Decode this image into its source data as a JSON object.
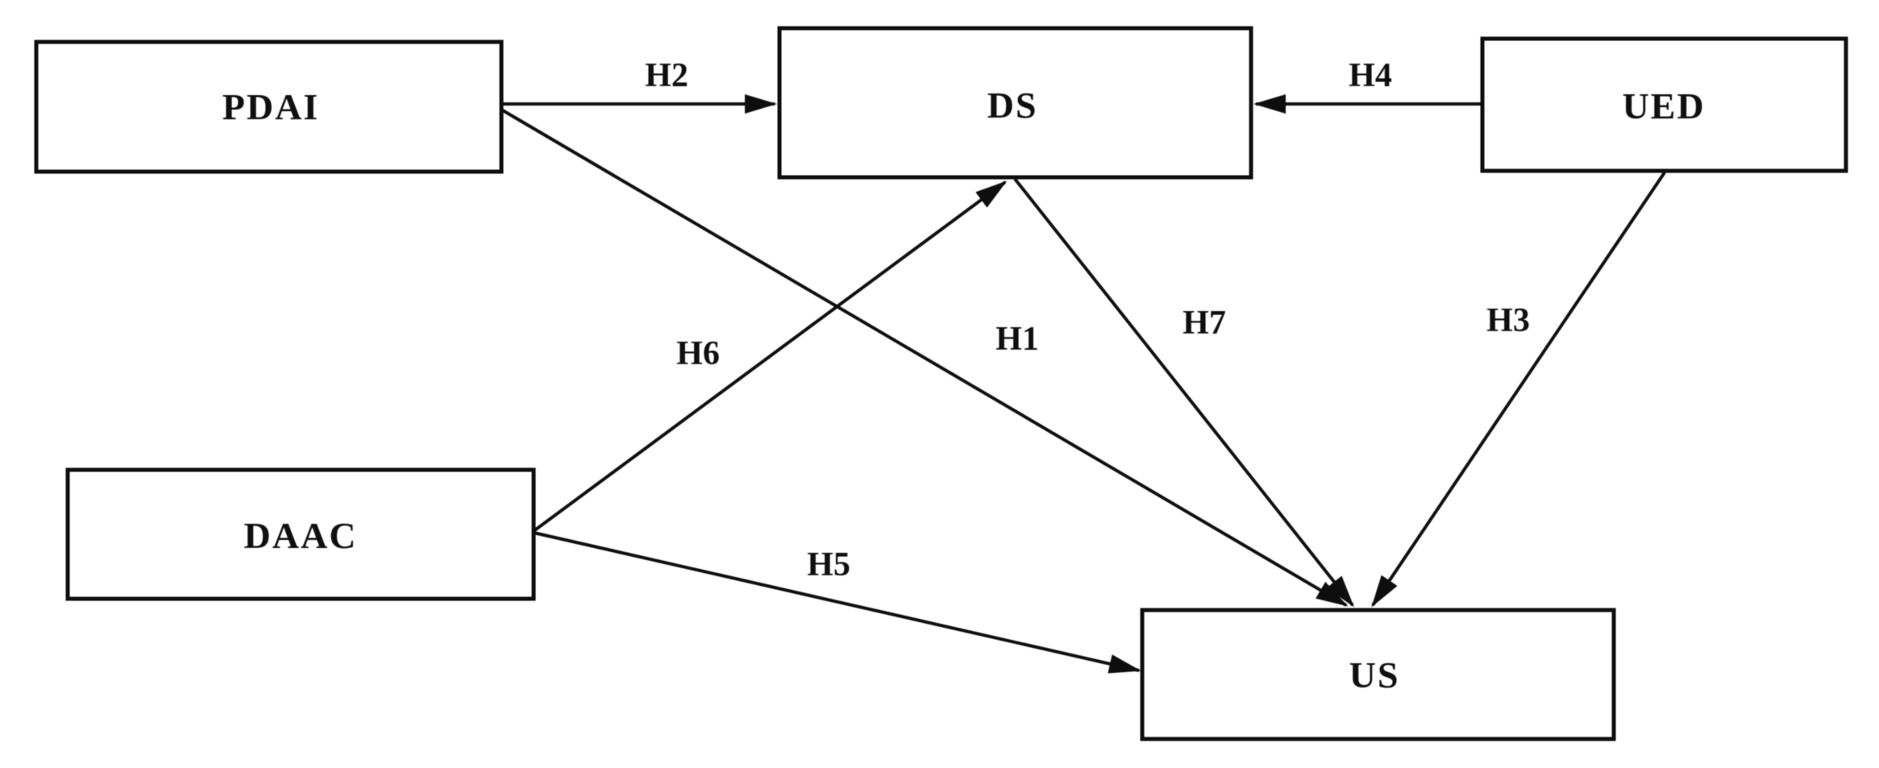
{
  "diagram": {
    "description": "Hypothesized research model path diagram",
    "background_color": "#ffffff",
    "line_color": "#0e0e0e",
    "nodes": [
      {
        "id": "PDAI",
        "label": "PDAI"
      },
      {
        "id": "DS",
        "label": "DS"
      },
      {
        "id": "UED",
        "label": "UED"
      },
      {
        "id": "DAAC",
        "label": "DAAC"
      },
      {
        "id": "US",
        "label": "US"
      }
    ],
    "edges": [
      {
        "label": "H1",
        "from": "PDAI",
        "to": "US"
      },
      {
        "label": "H2",
        "from": "PDAI",
        "to": "DS"
      },
      {
        "label": "H3",
        "from": "UED",
        "to": "US"
      },
      {
        "label": "H4",
        "from": "UED",
        "to": "DS"
      },
      {
        "label": "H5",
        "from": "DAAC",
        "to": "US"
      },
      {
        "label": "H6",
        "from": "DAAC",
        "to": "DS"
      },
      {
        "label": "H7",
        "from": "DS",
        "to": "US"
      }
    ]
  }
}
